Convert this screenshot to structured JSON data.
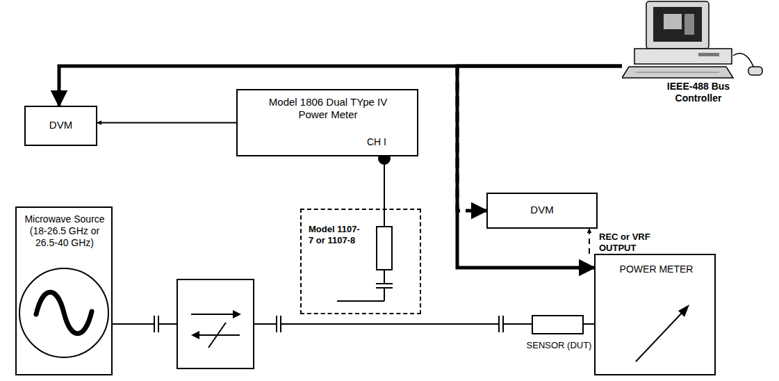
{
  "diagram": {
    "nodes": [
      {
        "text": [
          "IEEE-488 Bus Controller"
        ]
      },
      {
        "text": [
          "DVM"
        ]
      },
      {
        "text": [
          "Model 1806 Dual TYpe IV Power Meter",
          "CH I"
        ]
      },
      {
        "text": [
          "DVM"
        ]
      },
      {
        "text": [
          "Microwave Source (18-26.5 GHz or 26.5-40 GHz)"
        ]
      },
      {
        "text": [
          "Model 1107-7 or 1107-8"
        ]
      },
      {
        "text": [
          "SENSOR (DUT)"
        ]
      },
      {
        "text": [
          "POWER METER"
        ]
      }
    ],
    "edges": [
      {
        "from": 0,
        "to": 1,
        "arrow": "to"
      },
      {
        "from": 0,
        "to": 3,
        "arrow": "to"
      },
      {
        "from": 0,
        "to": 7,
        "arrow": "to"
      },
      {
        "from": 2,
        "to": 1,
        "arrow": "to"
      },
      {
        "from": 7,
        "to": 3,
        "label": "REC or VRF OUTPUT",
        "arrow": "to"
      },
      {
        "from": 2,
        "to": 5,
        "arrow": "none"
      },
      {
        "from": 4,
        "to": 5,
        "arrow": "none"
      },
      {
        "from": 5,
        "to": 6,
        "arrow": "none"
      },
      {
        "from": 6,
        "to": 7,
        "arrow": "none"
      }
    ]
  }
}
